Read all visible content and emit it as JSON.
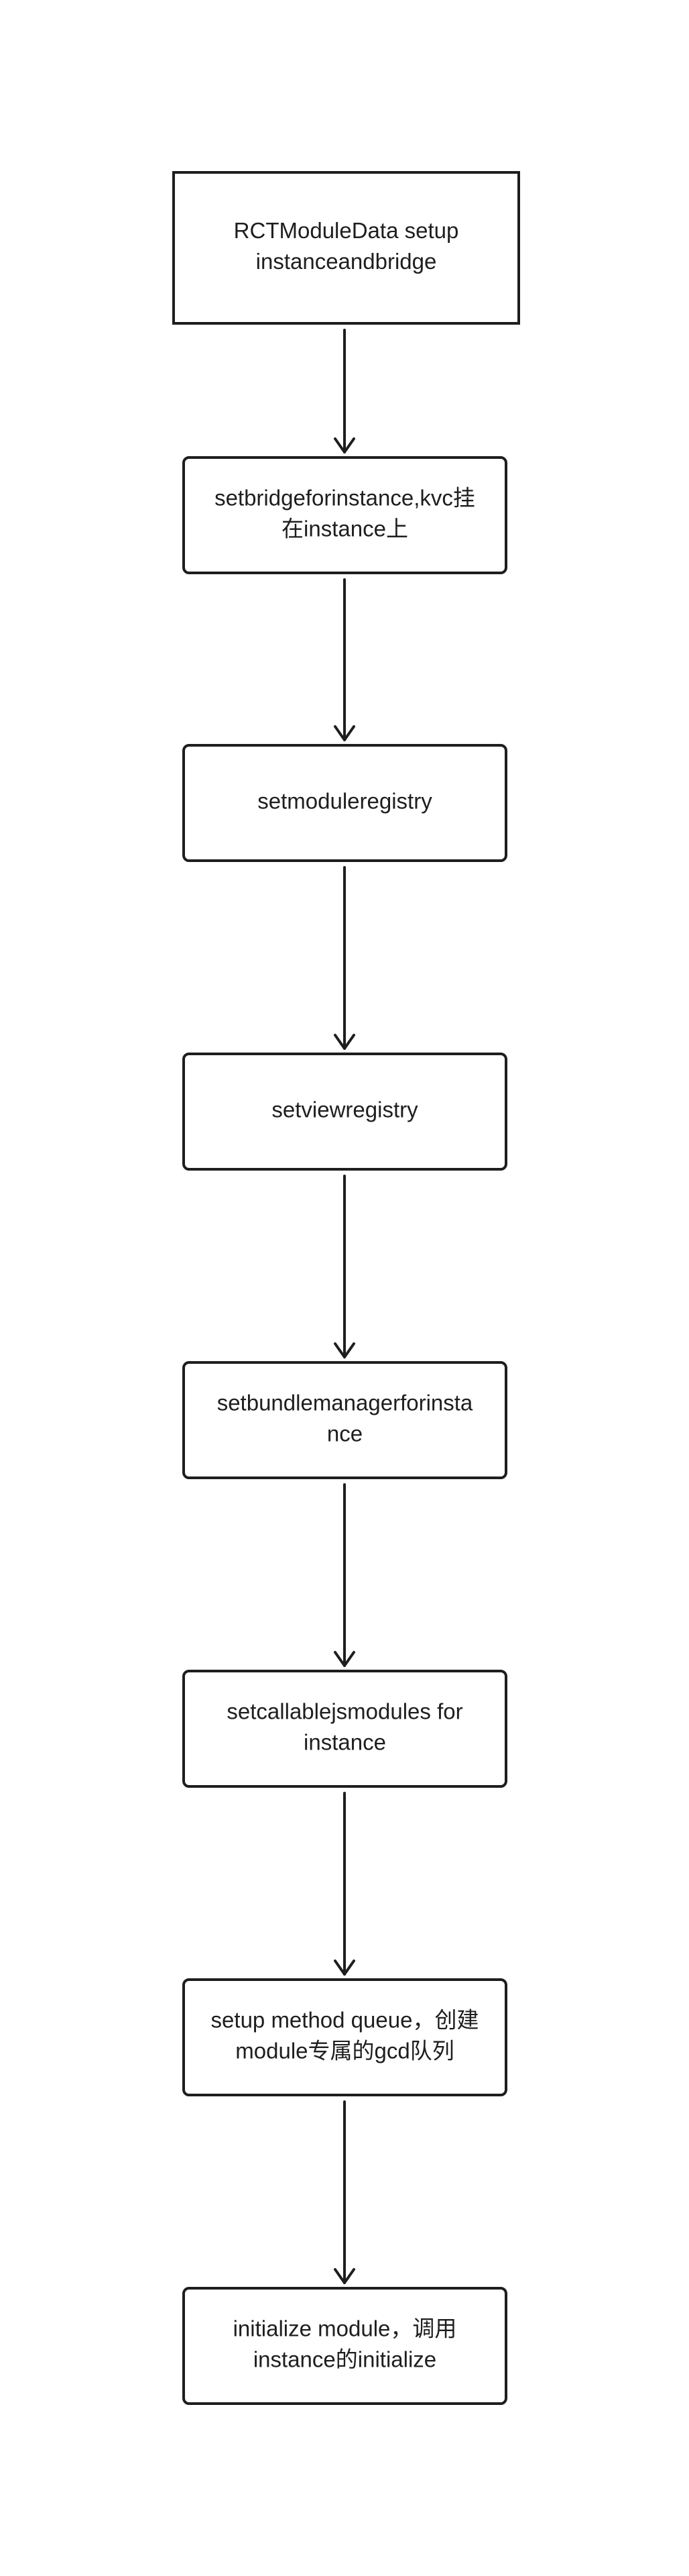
{
  "flow": {
    "steps": [
      {
        "lines": [
          "RCTModuleData  setup",
          "instanceandbridge"
        ]
      },
      {
        "lines": [
          "setbridgeforinstance,kvc挂",
          "在instance上"
        ]
      },
      {
        "lines": [
          "setmoduleregistry"
        ]
      },
      {
        "lines": [
          "setviewregistry"
        ]
      },
      {
        "lines": [
          "setbundlemanagerforinsta",
          "nce"
        ]
      },
      {
        "lines": [
          "setcallablejsmodules for",
          "instance"
        ]
      },
      {
        "lines": [
          "setup method queue，创建",
          "module专属的gcd队列"
        ]
      },
      {
        "lines": [
          "initialize module，调用",
          "instance的initialize"
        ]
      }
    ]
  },
  "colors": {
    "stroke": "#1e1e1e",
    "background": "#ffffff"
  }
}
